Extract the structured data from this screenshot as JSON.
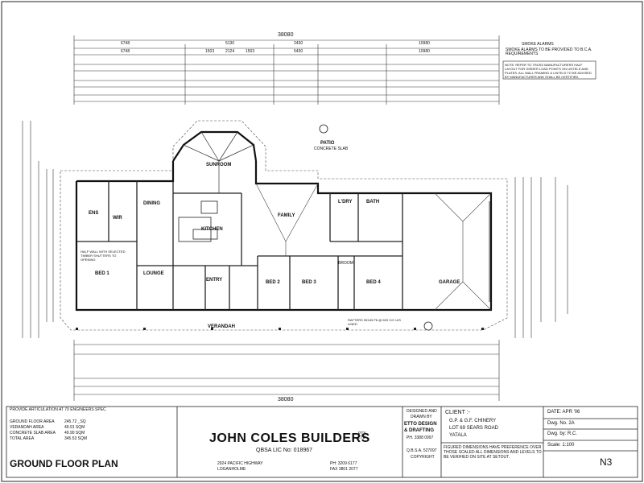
{
  "drawing": {
    "sheet_title": "GROUND FLOOR PLAN",
    "overall_dim": "38080",
    "overall_bottom": "38080",
    "top_chain_1": [
      "6748",
      "5130",
      "2430",
      "10980"
    ],
    "top_chain_2": [
      "6748",
      "1503",
      "2124",
      "1503",
      "5430",
      "10980"
    ],
    "smoke_alarm_note": "SMOKE ALARMS",
    "smoke_alarm_note_2": "SMOKE ALARMS TO BE PROVIDED TO B.C.A. REQUIREMENTS",
    "truss_note": "NOTE: REFER TO TRUSS MANUFACTURERS HALF LAYOUT FOR GIRDER LOAD POINTS ON LINTELS AND PLATES. ALL WALL FRAMING & LINTELS TO BE ADVISED BY MANUFACTURER AND SHALL BE CERTIFIED."
  },
  "rooms": {
    "patio": "PATIO",
    "patio_sub": "CONCRETE SLAB",
    "sunroom": "SUNROOM",
    "dining": "DINING",
    "kitchen": "KITCHEN",
    "family": "FAMILY",
    "lounge": "LOUNGE",
    "bed1": "BED 1",
    "bed2": "BED 2",
    "bed3": "BED 3",
    "bed4": "BED 4",
    "ens": "ENS",
    "wir": "WIR",
    "entry": "ENTRY",
    "lndry": "L'DRY",
    "bath": "BATH",
    "broom": "BROOM",
    "garage": "GARAGE",
    "verandah": "VERANDAH",
    "half_wall": "HALF WALL WITH SELECTED TIMBER SHUTTERS TO OPENING",
    "rafters": "RAFTERS 90X45 F8 @ 600 C/C U/S LINED"
  },
  "areas": {
    "intro": "PROVIDE ARTICULATION AT 70 ENGINEERS SPEC",
    "rows": [
      {
        "label": "GROUND FLOOR AREA",
        "value": "245.72 _SQ"
      },
      {
        "label": "VERANDAH AREA",
        "value": "49.91 SQM"
      },
      {
        "label": "CONCRETE SLAB AREA",
        "value": "49.90 SQM"
      },
      {
        "label": "TOTAL AREA",
        "value": "345.53 SQM"
      }
    ]
  },
  "builder": {
    "name": "JOHN COLES BUILDERS",
    "suffix": "PTY LTD",
    "qbsa": "QBSA LIC No: 018967",
    "address_1": "2924 PACIFIC HIGHWAY",
    "address_2": "LOGANHOLME",
    "phone": "PH: 3209 6177",
    "fax": "FAX 3801 2077"
  },
  "designer": {
    "line1": "DESIGNED AND",
    "line2": "DRAWN BY",
    "name": "ETTO DESIGN",
    "name2": "& DRAFTING",
    "phone": "PH. 3388 0997",
    "qbsa": "Q.B.S.A. 527097",
    "copyright": "COPYRIGHT"
  },
  "client": {
    "heading": "CLIENT :-",
    "line1": "G.P. & G.F. CHINERY",
    "line2": "LOT 69 SEARS ROAD",
    "line3": "YATALA",
    "note": "FIGURED DIMENSIONS HAVE PREFERENCE OVER THOSE SCALED ALL DIMENSIONS AND LEVELS TO BE VERIFIED ON SITE AT SETOUT."
  },
  "sheet_info": {
    "date": "DATE: APR '06",
    "dwg_no": "Dwg. No. 2A",
    "dwg_by": "Dwg. by: R.C.",
    "scale": "Scale: 1:100",
    "sheet": "N3"
  }
}
